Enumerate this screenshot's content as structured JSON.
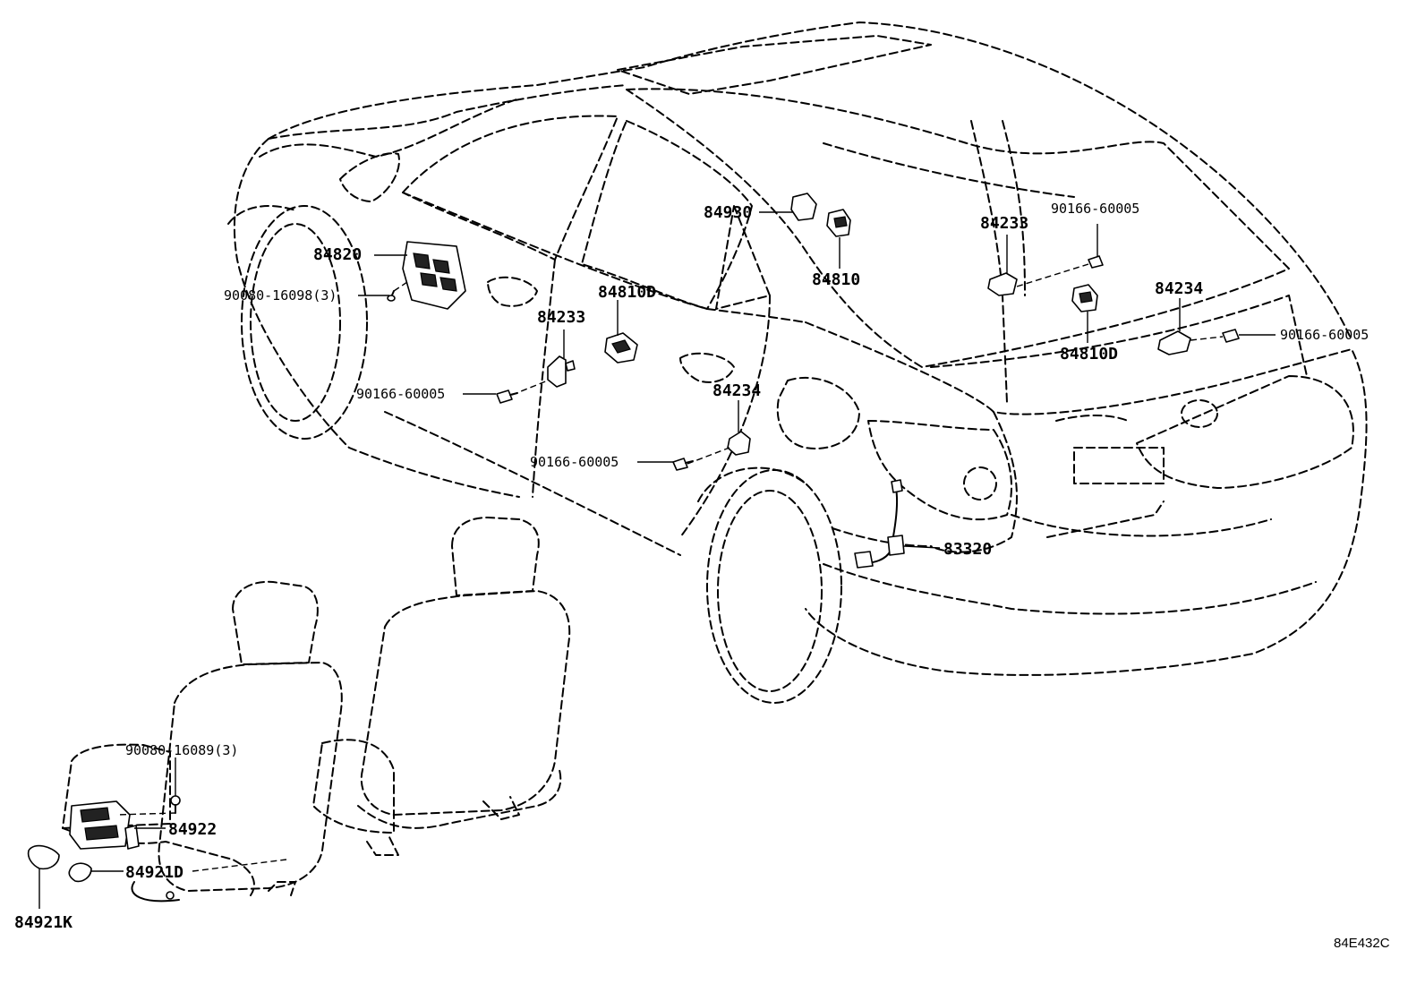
{
  "diagram": {
    "reference_code": "84E432C",
    "labels": {
      "p84820": "84820",
      "p90080_16098": "90080-16098(3)",
      "p84233_left": "84233",
      "p84810d_center": "84810D",
      "p90166_left": "90166-60005",
      "p84234_center": "84234",
      "p90166_center": "90166-60005",
      "p84930": "84930",
      "p84810": "84810",
      "p84233_right": "84233",
      "p90166_top_right": "90166-60005",
      "p84234_right": "84234",
      "p90166_right": "90166-60005",
      "p84810d_right": "84810D",
      "p83320": "83320",
      "p90080_16089": "90080-16089(3)",
      "p84922": "84922",
      "p84921d": "84921D",
      "p84921k": "84921K"
    }
  }
}
